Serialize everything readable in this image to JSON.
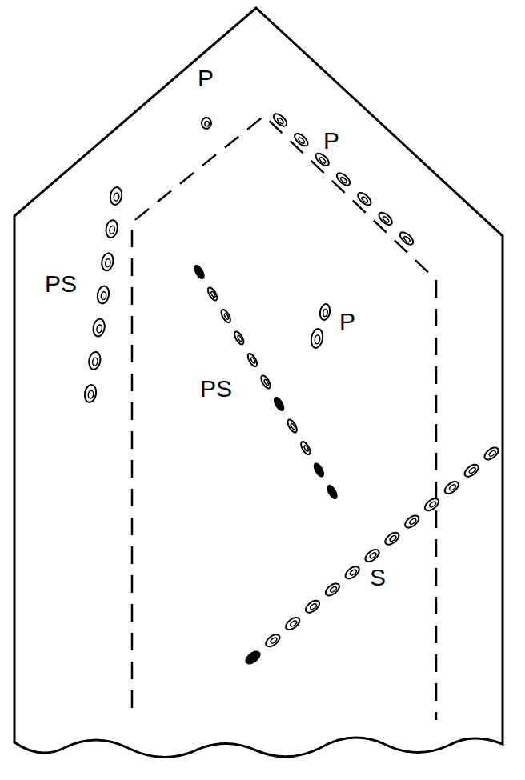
{
  "diagram": {
    "labels": [
      "P",
      "P",
      "PS",
      "P",
      "PS",
      "S"
    ]
  }
}
